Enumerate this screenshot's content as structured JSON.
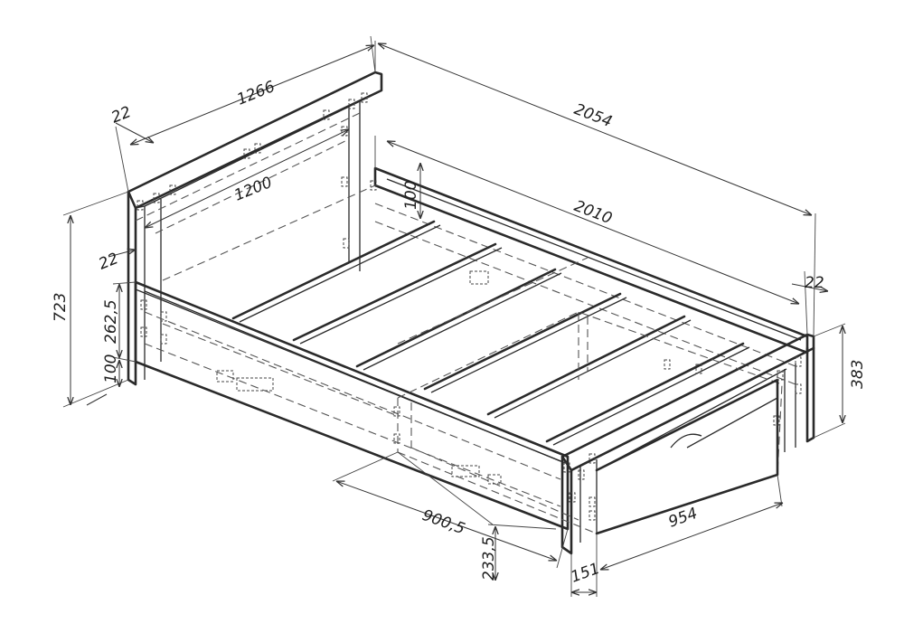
{
  "dimensions": {
    "headboard_width": "1266",
    "headboard_thickness": "22",
    "inner_width": "1200",
    "overall_length": "2054",
    "rail_length": "2010",
    "rail_height": "100",
    "side_panel_thickness_left": "22",
    "side_panel_thickness_right": "22",
    "headboard_height": "723",
    "side_height": "262,5",
    "leg_height": "100",
    "footboard_height": "383",
    "drawer_length": "900,5",
    "drawer_width": "954",
    "drawer_height": "233,5",
    "drawer_offset": "151"
  }
}
